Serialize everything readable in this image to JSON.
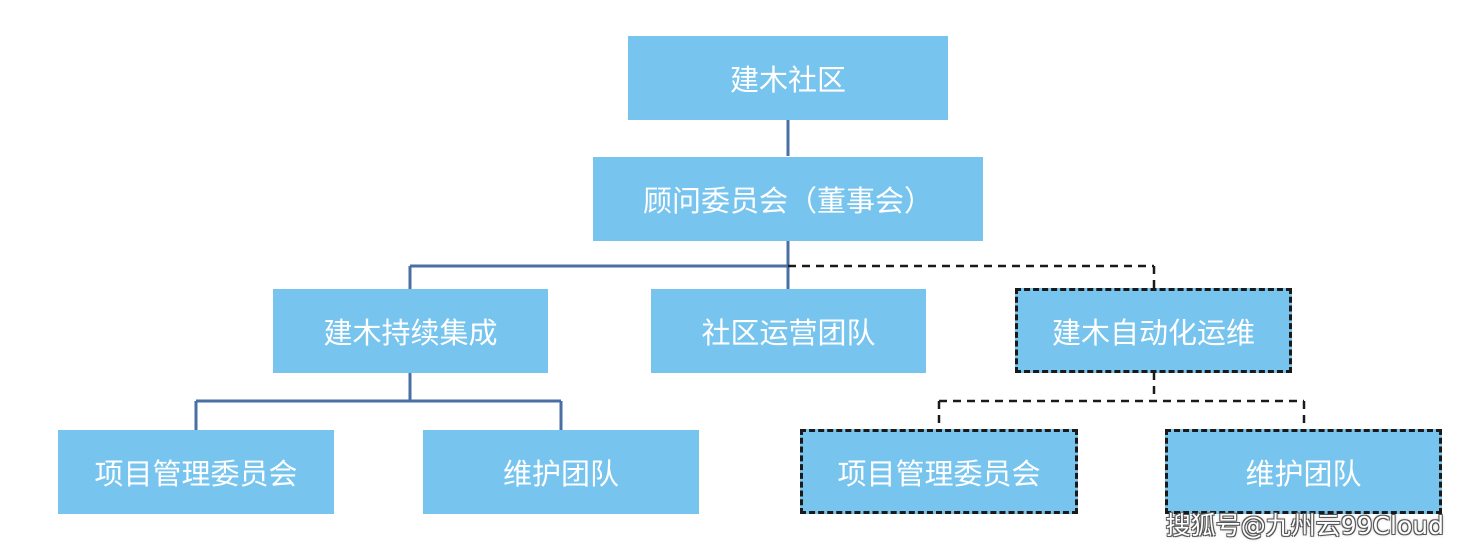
{
  "colors": {
    "node_fill": "#77c4ee",
    "node_text": "#ffffff",
    "solid_line": "#4a6fa5",
    "dashed_line": "#1a1a1a"
  },
  "nodes": {
    "root": "建木社区",
    "advisory": "顾问委员会（董事会）",
    "ci": "建木持续集成",
    "ops_team": "社区运营团队",
    "auto_ops": "建木自动化运维",
    "ci_pmc": "项目管理委员会",
    "ci_maint": "维护团队",
    "auto_pmc": "项目管理委员会",
    "auto_maint": "维护团队"
  },
  "watermark": "搜狐号@九州云99Cloud"
}
